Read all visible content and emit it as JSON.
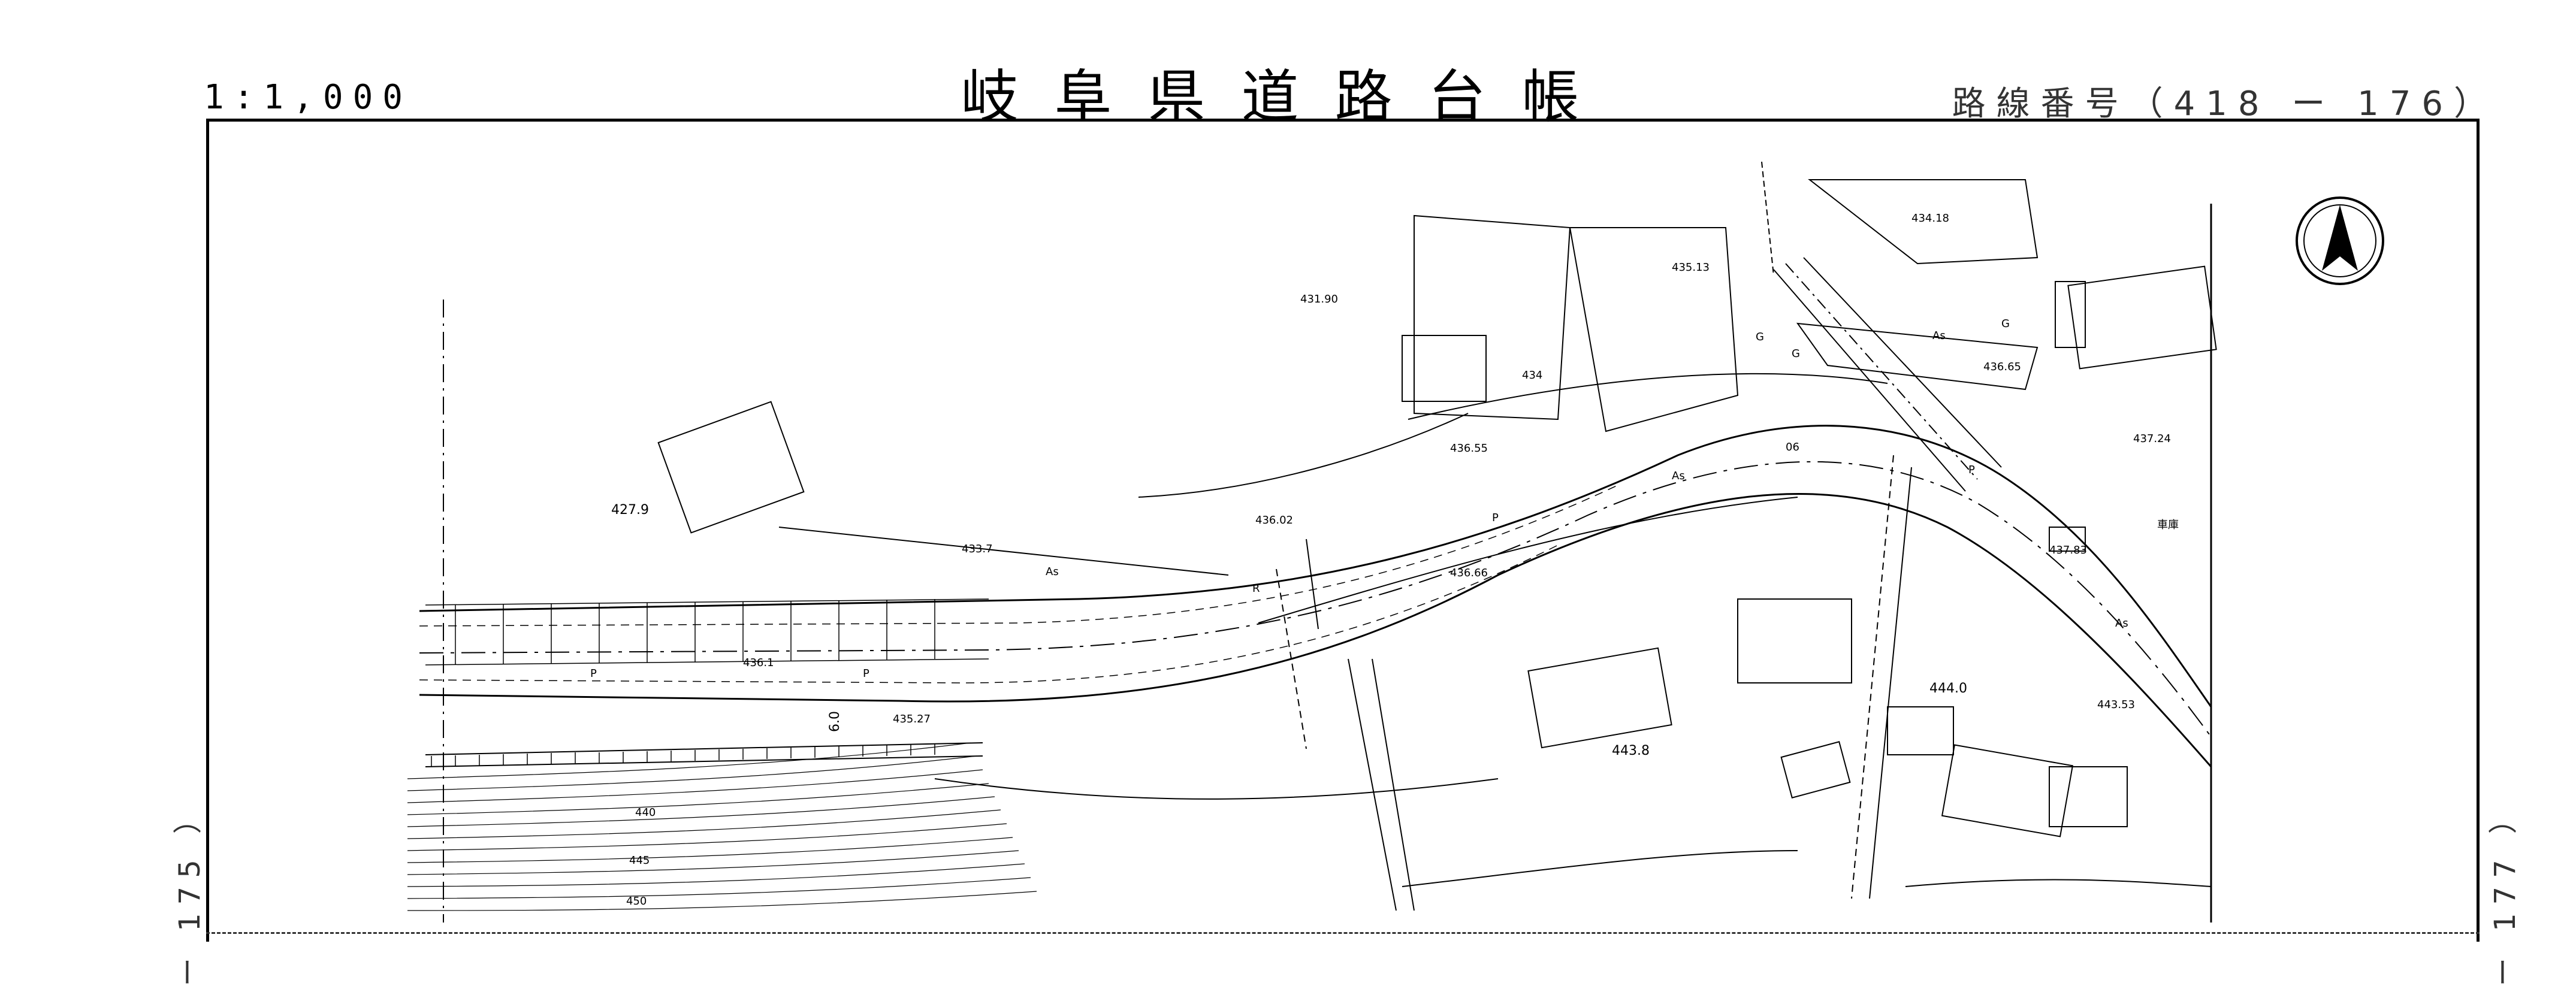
{
  "header": {
    "scale": "1:1,000",
    "title": "岐阜県道路台帳",
    "route_number": "路線番号（418 ー 176）"
  },
  "adjacent_sheets": {
    "left": "ー 175 ）",
    "right": "ー 177 ）"
  },
  "map": {
    "north_arrow_icon": "north-arrow-icon",
    "elevations": [
      "431.90",
      "427.9",
      "433.7",
      "436.1",
      "435.27",
      "436.02",
      "436.55",
      "436.66",
      "434",
      "435.13",
      "434.18",
      "436.65",
      "437.24",
      "437.83",
      "443.8",
      "444.0",
      "443.53",
      "06"
    ],
    "contours": [
      "440",
      "445",
      "450"
    ],
    "pavement_labels": [
      "As",
      "As",
      "As",
      "As",
      "P",
      "P",
      "P",
      "P",
      "G",
      "G",
      "G",
      "R"
    ],
    "road_width": "6.0",
    "building_label": "車庫"
  }
}
